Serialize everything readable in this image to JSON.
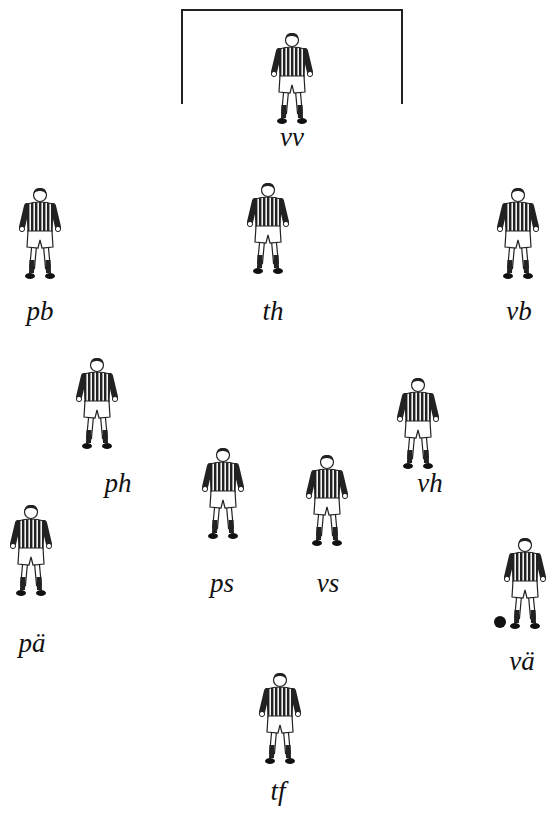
{
  "diagram": {
    "labels": [
      "vv",
      "pb",
      "th",
      "vb",
      "ph",
      "vh",
      "ps",
      "vs",
      "pä",
      "vä",
      "tf"
    ]
  }
}
